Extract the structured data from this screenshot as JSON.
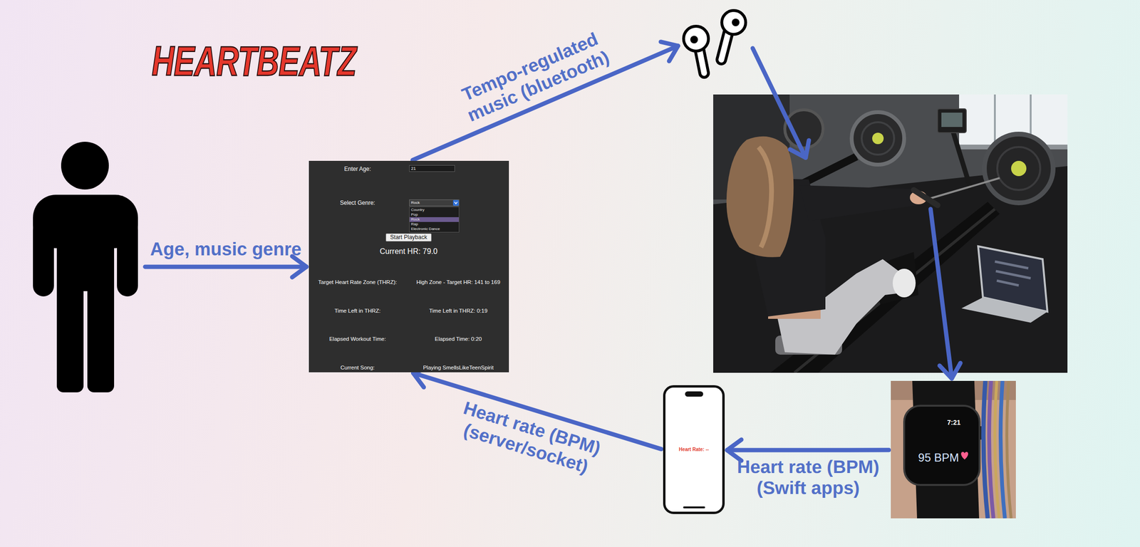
{
  "diagram": {
    "title": "HEARTBEATZ",
    "nodes": [
      {
        "text": []
      },
      {
        "text": [
          "Enter Age:",
          "Select Genre:",
          "Current HR: 79.0",
          "Target Heart Rate Zone (THRZ):",
          "High Zone - Target HR: 141 to 169",
          "Time Left in THRZ:",
          "Time Left in THRZ: 0:19",
          "Elapsed Workout Time:",
          "Elapsed Time: 0:20",
          "Current Song:",
          "Playing SmellsLikeTeenSpirit"
        ]
      },
      {
        "text": [
          "21"
        ],
        "in": 1
      },
      {
        "text": [
          "Rock"
        ],
        "in": 1
      },
      {
        "text": [
          "Country",
          "Pop",
          "Rock",
          "Rap",
          "Electronic Dance"
        ],
        "in": 1
      },
      {
        "text": [
          "Start Playback"
        ],
        "in": 1
      },
      {
        "text": []
      },
      {
        "text": []
      },
      {
        "text": [
          "Heart Rate: --"
        ]
      },
      {
        "text": [
          "7:21",
          "95 BPM"
        ]
      }
    ],
    "edges": [
      {
        "from": 0,
        "to": 1,
        "label": "Age, music genre",
        "arrow": "to"
      },
      {
        "from": 1,
        "to": 6,
        "label": "Tempo-regulated music (bluetooth)",
        "arrow": "to"
      },
      {
        "from": 6,
        "to": 7,
        "arrow": "to"
      },
      {
        "from": 7,
        "to": 9,
        "arrow": "to"
      },
      {
        "from": 9,
        "to": 8,
        "label": "Heart rate (BPM) (Swift apps)",
        "arrow": "to"
      },
      {
        "from": 8,
        "to": 1,
        "label": "Heart rate (BPM) (server/socket)",
        "arrow": "to"
      }
    ]
  }
}
